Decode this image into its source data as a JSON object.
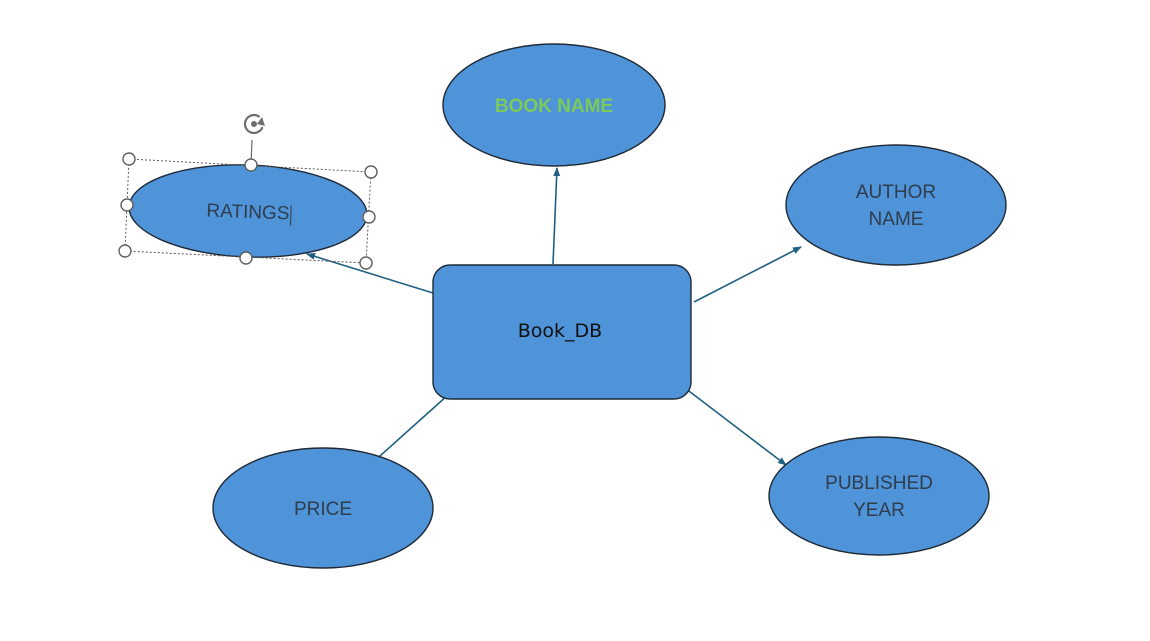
{
  "diagram": {
    "center": {
      "label": "Book_DB"
    },
    "nodes": {
      "book_name": {
        "label": "BOOK NAME"
      },
      "ratings": {
        "label": "RATINGS"
      },
      "author_name": {
        "line1": "AUTHOR",
        "line2": "NAME"
      },
      "price": {
        "label": "PRICE"
      },
      "published_year": {
        "line1": "PUBLISHED",
        "line2": "YEAR"
      }
    },
    "colors": {
      "shape_fill": "#4f93d8",
      "shape_stroke": "#1f2a36",
      "connector": "#1f5f7f",
      "label_text": "#2f3d4d",
      "highlight_text": "#7ccb5a"
    },
    "selection": {
      "selected_node": "ratings",
      "icon": "rotate-handle-icon"
    }
  }
}
